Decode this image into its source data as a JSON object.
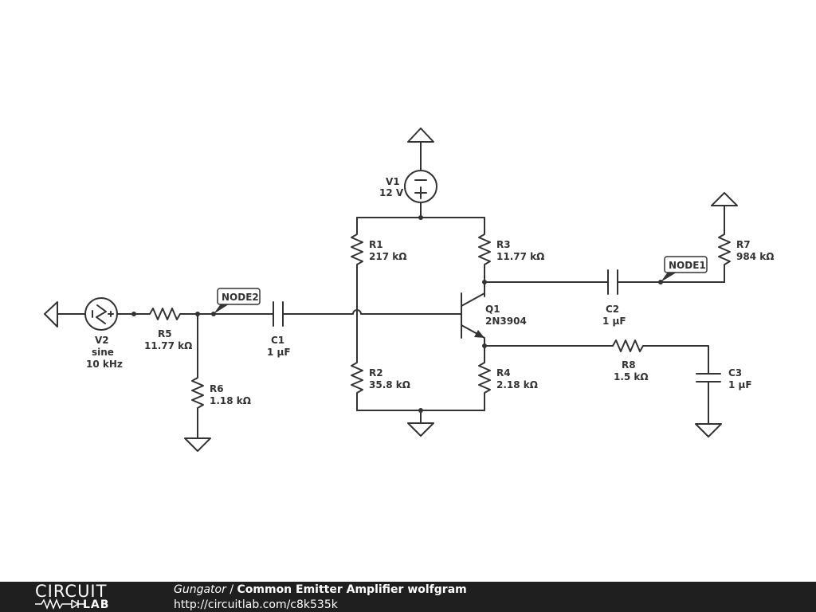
{
  "components": {
    "v1": {
      "name": "V1",
      "value": "12 V"
    },
    "v2": {
      "name": "V2",
      "type": "sine",
      "value": "10 kHz"
    },
    "r1": {
      "name": "R1",
      "value": "217 kΩ"
    },
    "r2": {
      "name": "R2",
      "value": "35.8 kΩ"
    },
    "r3": {
      "name": "R3",
      "value": "11.77 kΩ"
    },
    "r4": {
      "name": "R4",
      "value": "2.18 kΩ"
    },
    "r5": {
      "name": "R5",
      "value": "11.77 kΩ"
    },
    "r6": {
      "name": "R6",
      "value": "1.18 kΩ"
    },
    "r7": {
      "name": "R7",
      "value": "984 kΩ"
    },
    "r8": {
      "name": "R8",
      "value": "1.5 kΩ"
    },
    "c1": {
      "name": "C1",
      "value": "1 µF"
    },
    "c2": {
      "name": "C2",
      "value": "1 µF"
    },
    "c3": {
      "name": "C3",
      "value": "1 µF"
    },
    "q1": {
      "name": "Q1",
      "value": "2N3904"
    }
  },
  "nodes": {
    "node1": "NODE1",
    "node2": "NODE2"
  },
  "footer": {
    "logo_top": "CIRCUIT",
    "logo_bottom": "LAB",
    "author": "Gungator",
    "separator": " / ",
    "title": "Common Emitter Amplifier wolfgram",
    "url": "http://circuitlab.com/c8k535k"
  }
}
